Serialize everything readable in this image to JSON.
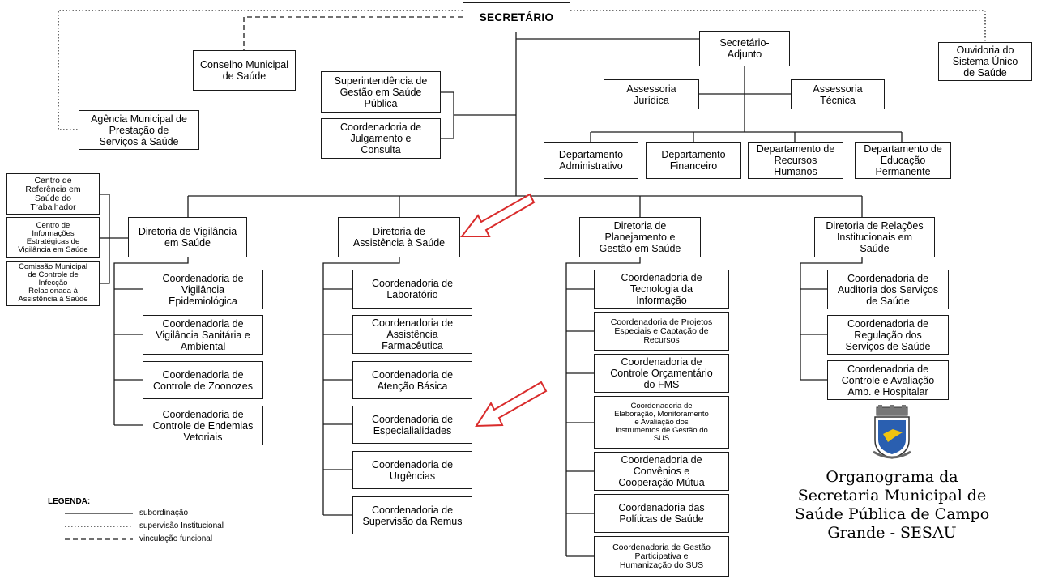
{
  "org_chart": {
    "top": {
      "secretario": "SECRETÁRIO"
    },
    "council": "Conselho Municipal\nde Saúde",
    "agency": "Agência Municipal de\nPrestação de\nServiços à Saúde",
    "superintendencia": "Superintendência de\nGestão em Saúde\nPública",
    "coord_julgamento": "Coordenadoria de\nJulgamento e\nConsulta",
    "secretario_adjunto": "Secretário-\nAdjunto",
    "assessoria_juridica": "Assessoria\nJurídica",
    "assessoria_tecnica": "Assessoria\nTécnica",
    "ouvidoria": "Ouvidoria do\nSistema Único\nde Saúde",
    "departments": [
      "Departamento\nAdministrativo",
      "Departamento\nFinanceiro",
      "Departamento de\nRecursos\nHumanos",
      "Departamento de\nEducação\nPermanente"
    ],
    "vigilancia_support": [
      "Centro de\nReferência em\nSaúde do\nTrabalhador",
      "Centro de\nInformações\nEstratégicas de\nVigilância em Saúde",
      "Comissão Municipal\nde Controle de\nInfecção\nRelacionada à\nAssistência à Saúde"
    ],
    "directorates": [
      {
        "name": "Diretoria de Vigilância\nem Saúde",
        "coords": [
          "Coordenadoria de\nVigilância\nEpidemiológica",
          "Coordenadoria de\nVigilância Sanitária e\nAmbiental",
          "Coordenadoria de\nControle de Zoonozes",
          "Coordenadoria de\nControle de Endemias\nVetoriais"
        ]
      },
      {
        "name": "Diretoria de\nAssistência à Saúde",
        "coords": [
          "Coordenadoria de\nLaboratório",
          "Coordenadoria de\nAssistência\nFarmacêutica",
          "Coordenadoria de\nAtenção Básica",
          "Coordenadoria de\nEspecialialidades",
          "Coordenadoria de\nUrgências",
          "Coordenadoria de\nSupervisão da Remus"
        ]
      },
      {
        "name": "Diretoria de\nPlanejamento e\nGestão em Saúde",
        "coords": [
          "Coordenadoria de\nTecnologia da\nInformação",
          "Coordenadoria de Projetos\nEspeciais e Captação de\nRecursos",
          "Coordenadoria de\nControle Orçamentário\ndo FMS",
          "Coordenadoria de\nElaboração, Monitoramento\ne Avaliação dos\nInstrumentos de Gestão do\nSUS",
          "Coordenadoria de\nConvênios e\nCooperação Mútua",
          "Coordenadoria das\nPolíticas de Saúde",
          "Coordenadoria de Gestão\nParticipativa e\nHumanização do SUS"
        ]
      },
      {
        "name": "Diretoria de Relações\nInstitucionais em\nSaúde",
        "coords": [
          "Coordenadoria de\nAuditoria dos Serviços\nde Saúde",
          "Coordenadoria de\nRegulação dos\nServiços de Saúde",
          "Coordenadoria de\nControle e Avaliação\nAmb. e Hospitalar"
        ]
      }
    ]
  },
  "legend": {
    "title": "LEGENDA:",
    "items": [
      "subordinação",
      "supervisão Institucional",
      "vinculação funcional"
    ]
  },
  "caption": "Organograma da\nSecretaria Municipal de\nSaúde Pública de Campo\nGrande - SESAU",
  "colors": {
    "highlight_arrow": "#d92b2b",
    "line": "#1a1a1a",
    "crest_blue": "#2a5fb0"
  },
  "icons": [
    "highlight-arrow-icon",
    "coat-of-arms-icon"
  ]
}
